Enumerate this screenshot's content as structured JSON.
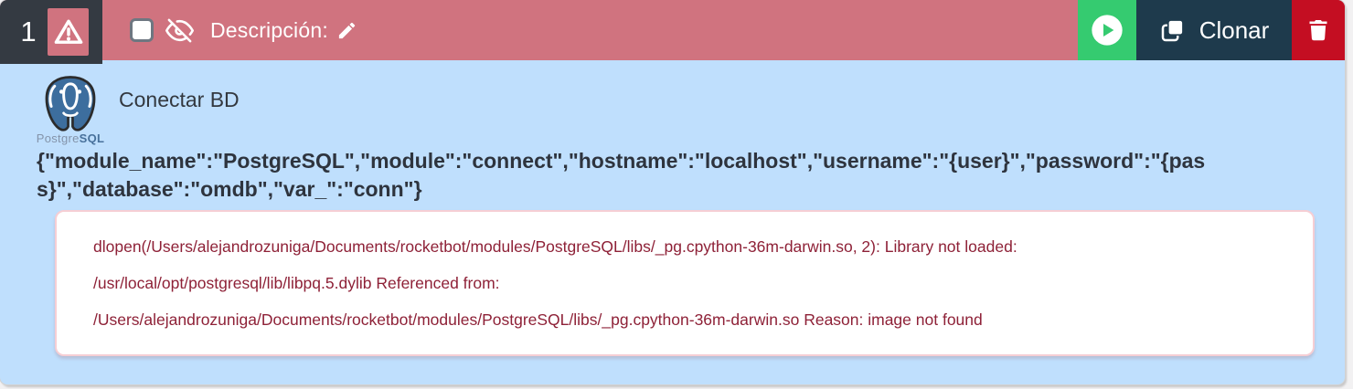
{
  "step": {
    "number": "1",
    "has_error": true
  },
  "header": {
    "description_label": "Descripción:",
    "buttons": {
      "run_label": "",
      "clone_label": "Clonar",
      "delete_label": ""
    },
    "checkbox_checked": false
  },
  "command": {
    "module_logo": {
      "postgre": "Postgre",
      "sql": "SQL"
    },
    "title": "Conectar BD",
    "params": "{\"module_name\":\"PostgreSQL\",\"module\":\"connect\",\"hostname\":\"localhost\",\"username\":\"{user}\",\"password\":\"{pass}\",\"database\":\"omdb\",\"var_\":\"conn\"}",
    "error_lines": [
      "dlopen(/Users/alejandrozuniga/Documents/rocketbot/modules/PostgreSQL/libs/_pg.cpython-36m-darwin.so, 2): Library not loaded:",
      "/usr/local/opt/postgresql/lib/libpq.5.dylib Referenced from:",
      "/Users/alejandrozuniga/Documents/rocketbot/modules/PostgreSQL/libs/_pg.cpython-36m-darwin.so Reason: image not found"
    ]
  },
  "icons": {
    "warning": "warning-triangle-icon",
    "hide": "eye-off-icon",
    "edit": "pencil-icon",
    "run": "play-circle-icon",
    "clone": "copy-icon",
    "delete": "trash-icon",
    "module": "postgresql-elephant-logo"
  },
  "colors": {
    "header_pink": "#d0737f",
    "step_box_dark": "#343a42",
    "run_green": "#35cb70",
    "clone_navy": "#1e3a4c",
    "delete_red": "#c40e22",
    "body_blue": "#bfdffd",
    "error_text": "#8e2137",
    "error_border": "#f6ced4",
    "text_dark": "#2e343e"
  }
}
